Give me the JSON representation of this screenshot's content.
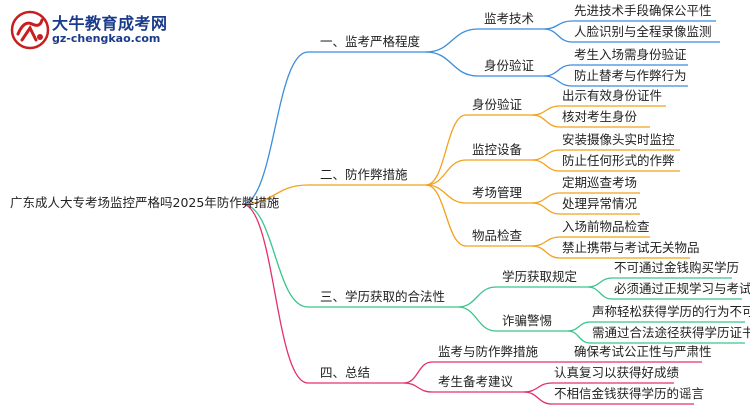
{
  "logo": {
    "site_name": "大牛教育成考网",
    "url": "gz-chengkao.com"
  },
  "root": "广东成人大专考场监控严格吗2025年防作弊措施",
  "branches": [
    {
      "label": "一、监考严格程度",
      "color": "#3b8ede",
      "children": [
        {
          "label": "监考技术",
          "leaves": [
            "先进技术手段确保公平性",
            "人脸识别与全程录像监测"
          ]
        },
        {
          "label": "身份验证",
          "leaves": [
            "考生入场需身份验证",
            "防止替考与作弊行为"
          ]
        }
      ]
    },
    {
      "label": "二、防作弊措施",
      "color": "#f2a21b",
      "children": [
        {
          "label": "身份验证",
          "leaves": [
            "出示有效身份证件",
            "核对考生身份"
          ]
        },
        {
          "label": "监控设备",
          "leaves": [
            "安装摄像头实时监控",
            "防止任何形式的作弊"
          ]
        },
        {
          "label": "考场管理",
          "leaves": [
            "定期巡查考场",
            "处理异常情况"
          ]
        },
        {
          "label": "物品检查",
          "leaves": [
            "入场前物品检查",
            "禁止携带与考试无关物品"
          ]
        }
      ]
    },
    {
      "label": "三、学历获取的合法性",
      "color": "#3cc48c",
      "children": [
        {
          "label": "学历获取规定",
          "leaves": [
            "不可通过金钱购买学历",
            "必须通过正规学习与考试"
          ]
        },
        {
          "label": "诈骗警惕",
          "leaves": [
            "声称轻松获得学历的行为不可信",
            "需通过合法途径获得学历证书"
          ]
        }
      ]
    },
    {
      "label": "四、总结",
      "color": "#e3306e",
      "children": [
        {
          "label": "监考与防作弊措施",
          "leaves": [
            "确保考试公正性与严肃性"
          ]
        },
        {
          "label": "考生备考建议",
          "leaves": [
            "认真复习以获得好成绩",
            "不相信金钱获得学历的谣言"
          ]
        }
      ]
    }
  ]
}
